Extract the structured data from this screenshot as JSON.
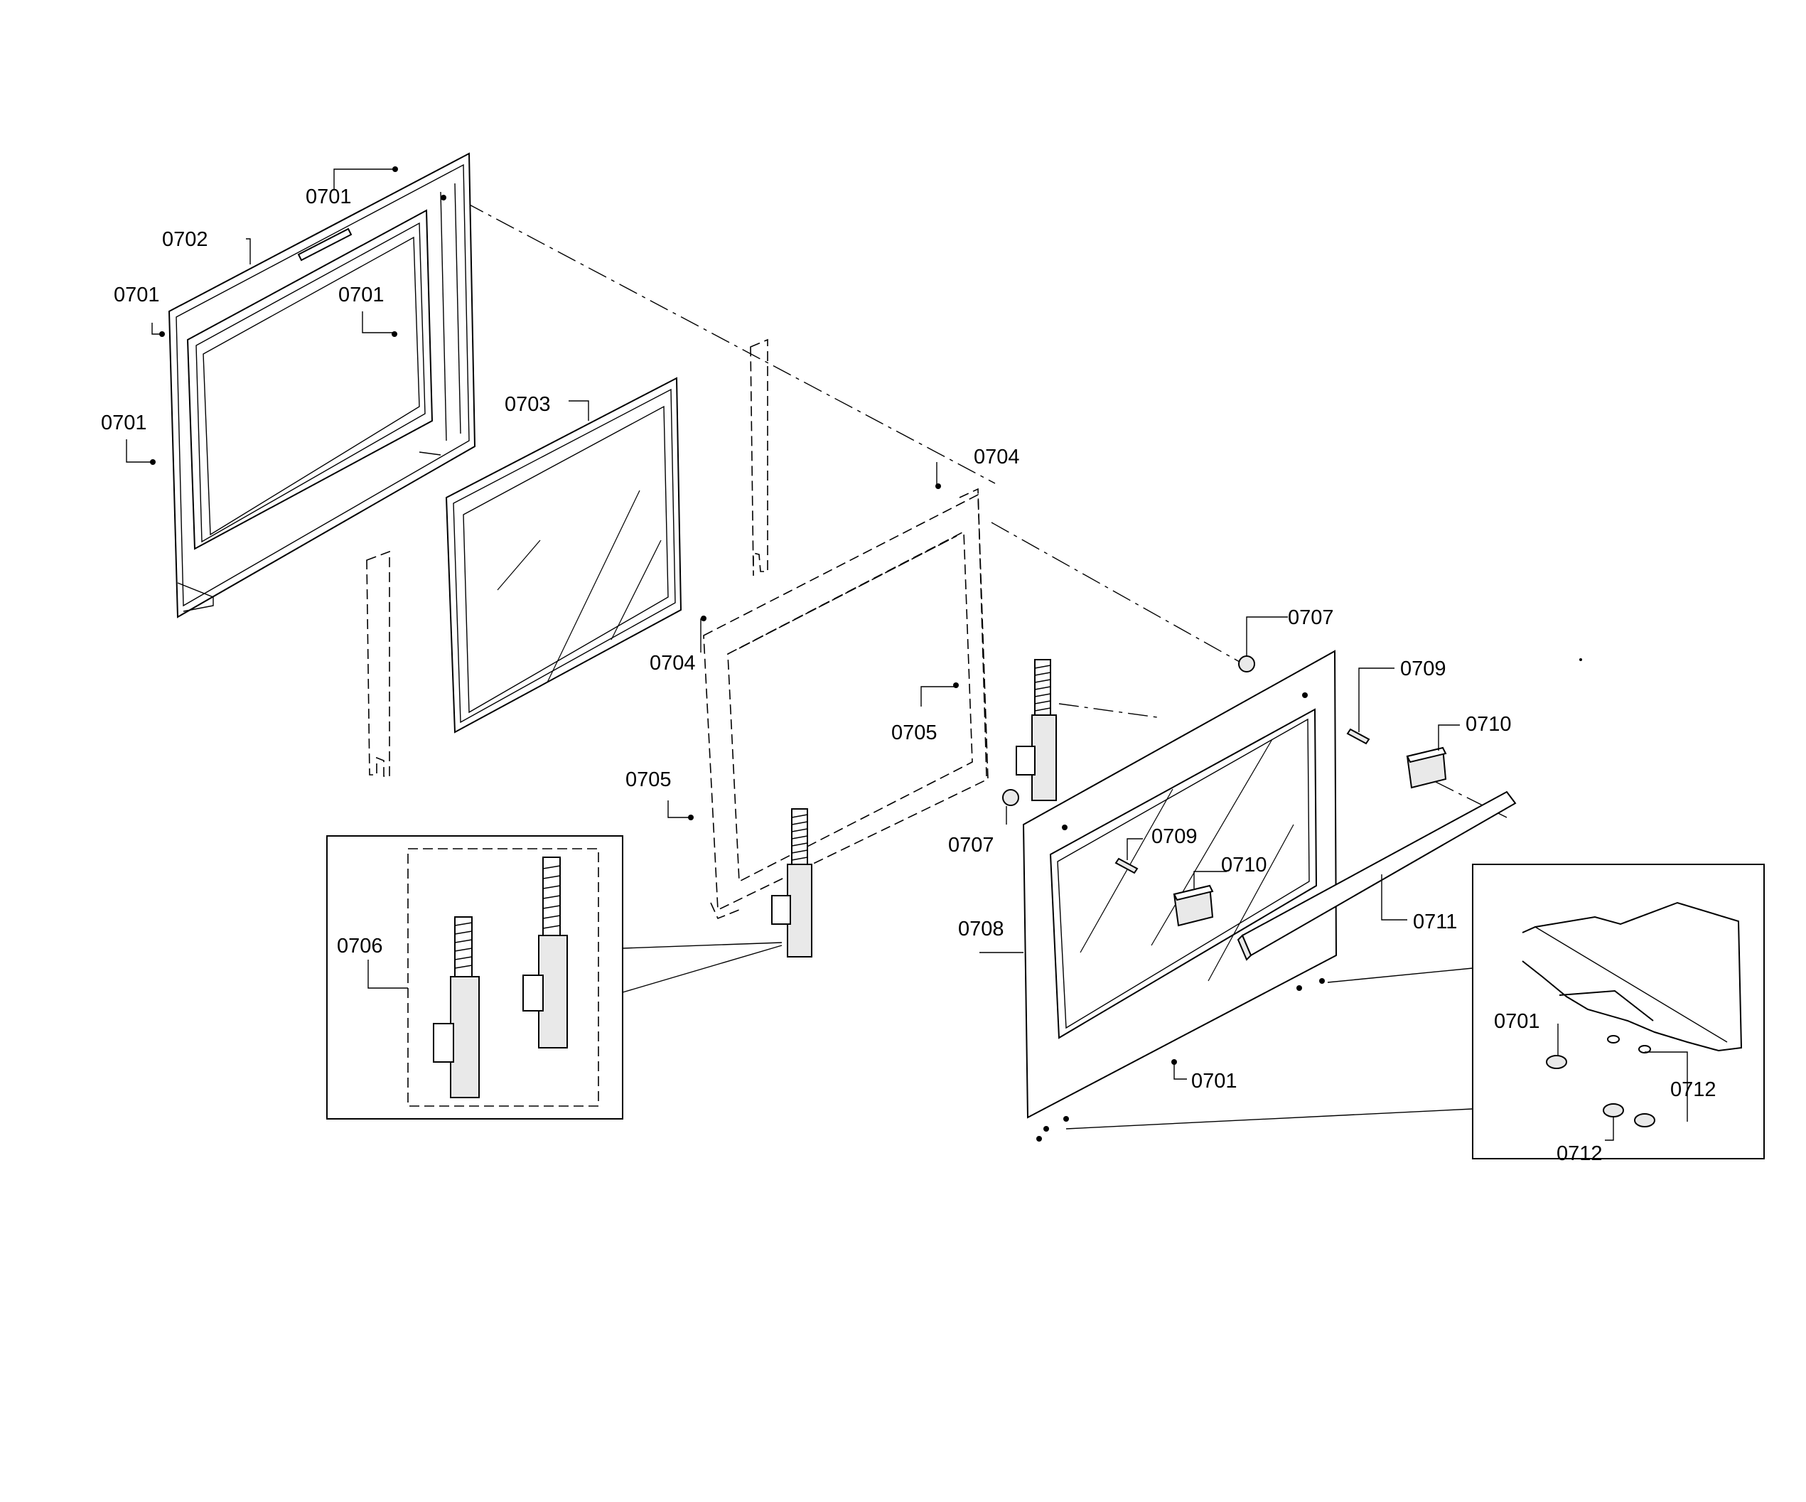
{
  "diagram": {
    "part_labels": {
      "top_frame_top": "0701",
      "top_frame_bracket": "0702",
      "top_frame_left_upper": "0701",
      "top_frame_inner": "0701",
      "top_frame_left_lower": "0701",
      "inner_glass": "0703",
      "frame_screw_top": "0704",
      "frame_screw_left": "0704",
      "frame_clip_right": "0705",
      "frame_clip_left": "0705",
      "hinge_set": "0706",
      "spacer_top": "0707",
      "spacer_bottom": "0707",
      "outer_door": "0708",
      "pin_top": "0709",
      "pin_bottom": "0709",
      "handle_standoff_top": "0710",
      "handle_standoff_bottom": "0710",
      "handle": "0711",
      "outer_door_screw": "0701",
      "detail_screw": "0701",
      "detail_washer_right": "0712",
      "detail_washer_bottom": "0712"
    }
  }
}
